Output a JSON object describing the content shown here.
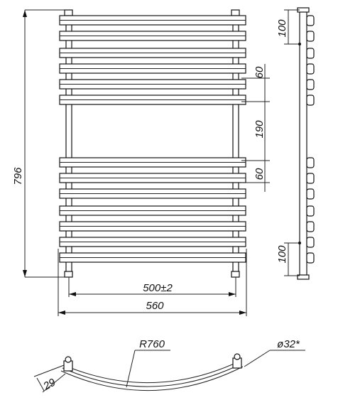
{
  "drawing": {
    "dimensions": {
      "height_total": "796",
      "width_inner": "500±2",
      "width_total": "560",
      "spacing_side_top": "100",
      "spacing_side_bottom": "100",
      "gap_top_group": "60",
      "gap_middle": "190",
      "gap_bottom_group": "60",
      "radius": "R760",
      "tube_diameter": "ø32*",
      "depth": "29"
    }
  }
}
